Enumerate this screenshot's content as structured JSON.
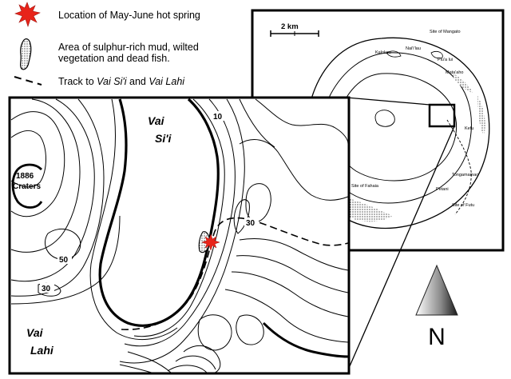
{
  "legend": {
    "hot_spring": "Location of May-June hot spring",
    "mud_area_line1": "Area of sulphur-rich mud, wilted",
    "mud_area_line2": "vegetation and dead fish.",
    "track_prefix": "Track to ",
    "track_place1": "Vai Si'i",
    "track_and": " and ",
    "track_place2": "Vai Lahi"
  },
  "detail_map": {
    "lake_vai_sii_line1": "Vai",
    "lake_vai_sii_line2": "Si'i",
    "lake_vai_lahi_line1": "Vai",
    "lake_vai_lahi_line2": "Lahi",
    "craters_line1": "1886",
    "craters_line2": "Craters",
    "contour_labels": [
      "10",
      "30",
      "50",
      "30"
    ]
  },
  "inset_map": {
    "scale_label": "2 km",
    "place_labels": [
      "Site of Mangato",
      "Kalokeo",
      "Nai'i'lau",
      "Piu'a lui",
      "Mata'aho",
      "Kefu",
      "Site of Fahaia",
      "Tongamamao",
      "Petani",
      "Site of Futu"
    ]
  },
  "north_arrow": {
    "label": "N"
  },
  "colors": {
    "hot_spring": "#e8241a",
    "ink": "#000000",
    "background": "#ffffff"
  }
}
